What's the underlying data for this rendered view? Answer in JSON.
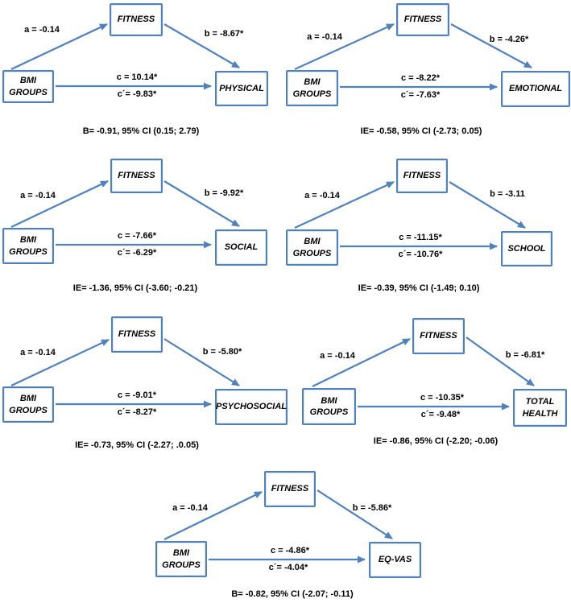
{
  "figure": {
    "type": "mediation-path-diagram",
    "accent_color": "#4f81bd",
    "text_color": "#000000",
    "panels": [
      {
        "name": "physical",
        "mediator": "FITNESS",
        "predictor": "BMI\nGROUPS",
        "outcome": "PHYSICAL",
        "path_a": "a = -0.14",
        "path_b": "b = -8.67*",
        "path_c": "c = 10.14*",
        "path_c_prime": "c´= -9.83*",
        "caption": "B= -0.91, 95% CI (0.15; 2.79)"
      },
      {
        "name": "emotional",
        "mediator": "FITNESS",
        "predictor": "BMI\nGROUPS",
        "outcome": "EMOTIONAL",
        "path_a": "a = -0.14",
        "path_b": "b = -4.26*",
        "path_c": "c = -8.22*",
        "path_c_prime": "c´= -7.63*",
        "caption": "IE= -0.58, 95% CI (-2.73; 0.05)"
      },
      {
        "name": "social",
        "mediator": "FITNESS",
        "predictor": "BMI\nGROUPS",
        "outcome": "SOCIAL",
        "path_a": "a = -0.14",
        "path_b": "b = -9.92*",
        "path_c": "c = -7.66*",
        "path_c_prime": "c´= -6.29*",
        "caption": "IE= -1.36, 95% CI (-3.60; -0.21)"
      },
      {
        "name": "school",
        "mediator": "FITNESS",
        "predictor": "BMI\nGROUPS",
        "outcome": "SCHOOL",
        "path_a": "a = -0.14",
        "path_b": "b = -3.11",
        "path_c": "c = -11.15*",
        "path_c_prime": "c´= -10.76*",
        "caption": "IE= -0.39, 95% CI (-1.49; 0.10)"
      },
      {
        "name": "psychosocial",
        "mediator": "FITNESS",
        "predictor": "BMI\nGROUPS",
        "outcome": "PSYCHOSOCIAL",
        "path_a": "a = -0.14",
        "path_b": "b = -5.80*",
        "path_c": "c = -9.01*",
        "path_c_prime": "c´= -8.27*",
        "caption": "IE= -0.73, 95% CI (-2.27; .0.05)"
      },
      {
        "name": "total-health",
        "mediator": "FITNESS",
        "predictor": "BMI\nGROUPS",
        "outcome": "TOTAL\nHEALTH",
        "path_a": "a = -0.14",
        "path_b": "b = -6.81*",
        "path_c": "c = -10.35*",
        "path_c_prime": "c´= -9.48*",
        "caption": "IE= -0.86, 95% CI (-2.20; -0.06)"
      },
      {
        "name": "eq-vas",
        "mediator": "FITNESS",
        "predictor": "BMI\nGROUPS",
        "outcome": "EQ-VAS",
        "path_a": "a = -0.14",
        "path_b": "b = -5.86*",
        "path_c": "c = -4.86*",
        "path_c_prime": "c´= -4.04*",
        "caption": "B= -0.82, 95% CI (-2.07; -0.11)"
      }
    ]
  }
}
